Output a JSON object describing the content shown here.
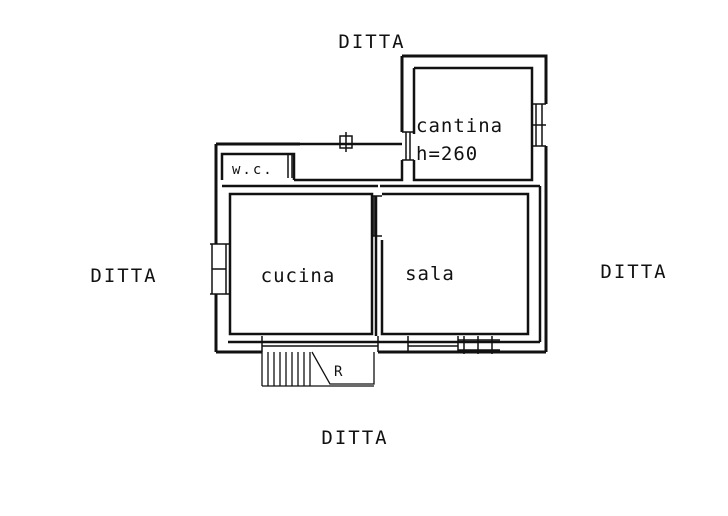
{
  "neighbors": {
    "top": "DITTA",
    "left": "DITTA",
    "right": "DITTA",
    "bottom": "DITTA"
  },
  "rooms": {
    "cantina": "cantina",
    "cantina_height": "h=260",
    "wc": "w.c.",
    "cucina": "cucina",
    "sala": "sala"
  },
  "stair_mark": "R",
  "colors": {
    "ink": "#111111",
    "paper": "#ffffff"
  }
}
